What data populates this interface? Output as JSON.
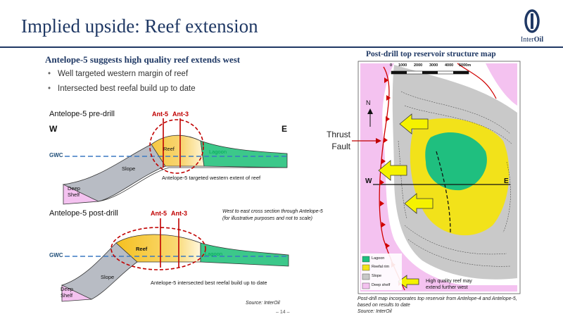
{
  "header": {
    "title": "Implied upside: Reef extension"
  },
  "logo": {
    "text_a": "Inter",
    "text_b": "Oil"
  },
  "left": {
    "subheading": "Antelope-5 suggests high quality reef extends west",
    "bullets": [
      "Well targeted western margin of reef",
      "Intersected best reefal build up to date"
    ]
  },
  "predrill": {
    "title": "Antelope-5 pre-drill",
    "west": "W",
    "east": "E",
    "well_a": "Ant-5",
    "well_b": "Ant-3",
    "gwc": "GWC",
    "reef": "Reef",
    "lagoon": "Lagoon",
    "slope": "Slope",
    "deep_shelf_a": "Deep",
    "deep_shelf_b": "Shelf",
    "caption": "Antelope-5 targeted western extent of reef"
  },
  "postdrill": {
    "title": "Antelope-5 post-drill",
    "well_a": "Ant-5",
    "well_b": "Ant-3",
    "gwc": "GWC",
    "reef": "Reef",
    "lagoon": "Lagoon",
    "slope": "Slope",
    "deep_shelf_a": "Deep",
    "deep_shelf_b": "Shelf",
    "caption": "Antelope-5 intersected best reefal build up to date",
    "note_a": "West to east cross section through Antelope-5",
    "note_b": "(for illustrative purposes and not to scale)"
  },
  "left_source": "Source: InterOil",
  "page_number": "– 14 –",
  "map": {
    "title": "Post-drill top reservoir structure map",
    "thrust_a": "Thrust",
    "thrust_b": "Fault",
    "north": "N",
    "west": "W",
    "east": "E",
    "scale_labels": [
      "0",
      "1000",
      "2000",
      "3000",
      "4000",
      "5000m"
    ],
    "legend": [
      "Lagoon",
      "Reefal rim",
      "Slope",
      "Deep shelf"
    ],
    "legend_colors": [
      "#1fbf7f",
      "#f2e21a",
      "#c8c8c8",
      "#f4c2f0"
    ],
    "arrow_note_a": "High quality reef may",
    "arrow_note_b": "extend further west",
    "caption_a": "Post-drill map incorporates top reservoir from Antelope-4 and  Antelope-5,",
    "caption_b": "based on results to date",
    "caption_c": "Source: InterOil"
  },
  "colors": {
    "navy": "#1f3864",
    "red": "#c00000",
    "lagoon": "#3cc88a",
    "reef": "#f5c842",
    "slope": "#b8bcc4",
    "deep_shelf": "#f4c2f0",
    "gwc": "#3a78c2"
  }
}
